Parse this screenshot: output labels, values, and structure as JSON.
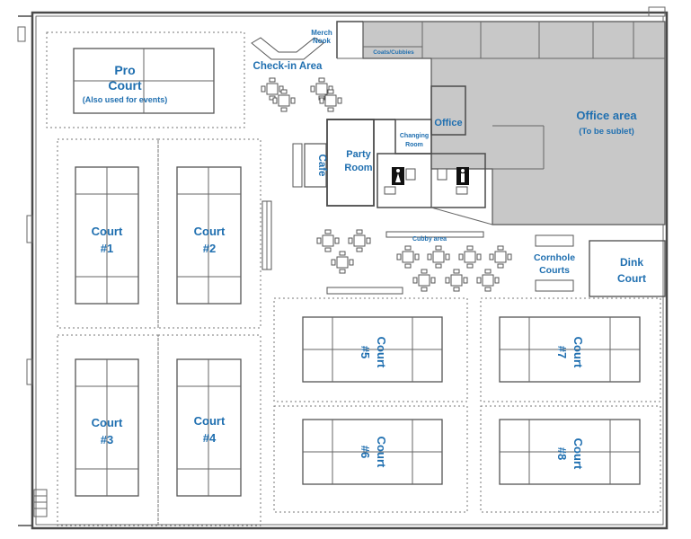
{
  "labels": {
    "pro_court": "Pro",
    "pro_court_2": "Court",
    "pro_court_note": "(Also used for events)",
    "checkin": "Check-in Area",
    "merch_1": "Merch",
    "merch_2": "Nook",
    "coats": "Coats/Cubbies",
    "office": "Office",
    "office_area": "Office area",
    "office_area_note": "(To be sublet)",
    "changing_1": "Changing",
    "changing_2": "Room",
    "party_1": "Party",
    "party_2": "Room",
    "cafe": "Cafe",
    "cubby_area": "Cubby area",
    "cornhole_1": "Cornhole",
    "cornhole_2": "Courts",
    "dink_1": "Dink",
    "dink_2": "Court",
    "court_word": "Court",
    "court1_num": "#1",
    "court2_num": "#2",
    "court3_num": "#3",
    "court4_num": "#4",
    "court5_num": "#5",
    "court6_num": "#6",
    "court7_num": "#7",
    "court8_num": "#8"
  },
  "colors": {
    "label": "#1f6fb0",
    "office_fill": "#c8c8c8",
    "wall": "#4a4a4a"
  }
}
